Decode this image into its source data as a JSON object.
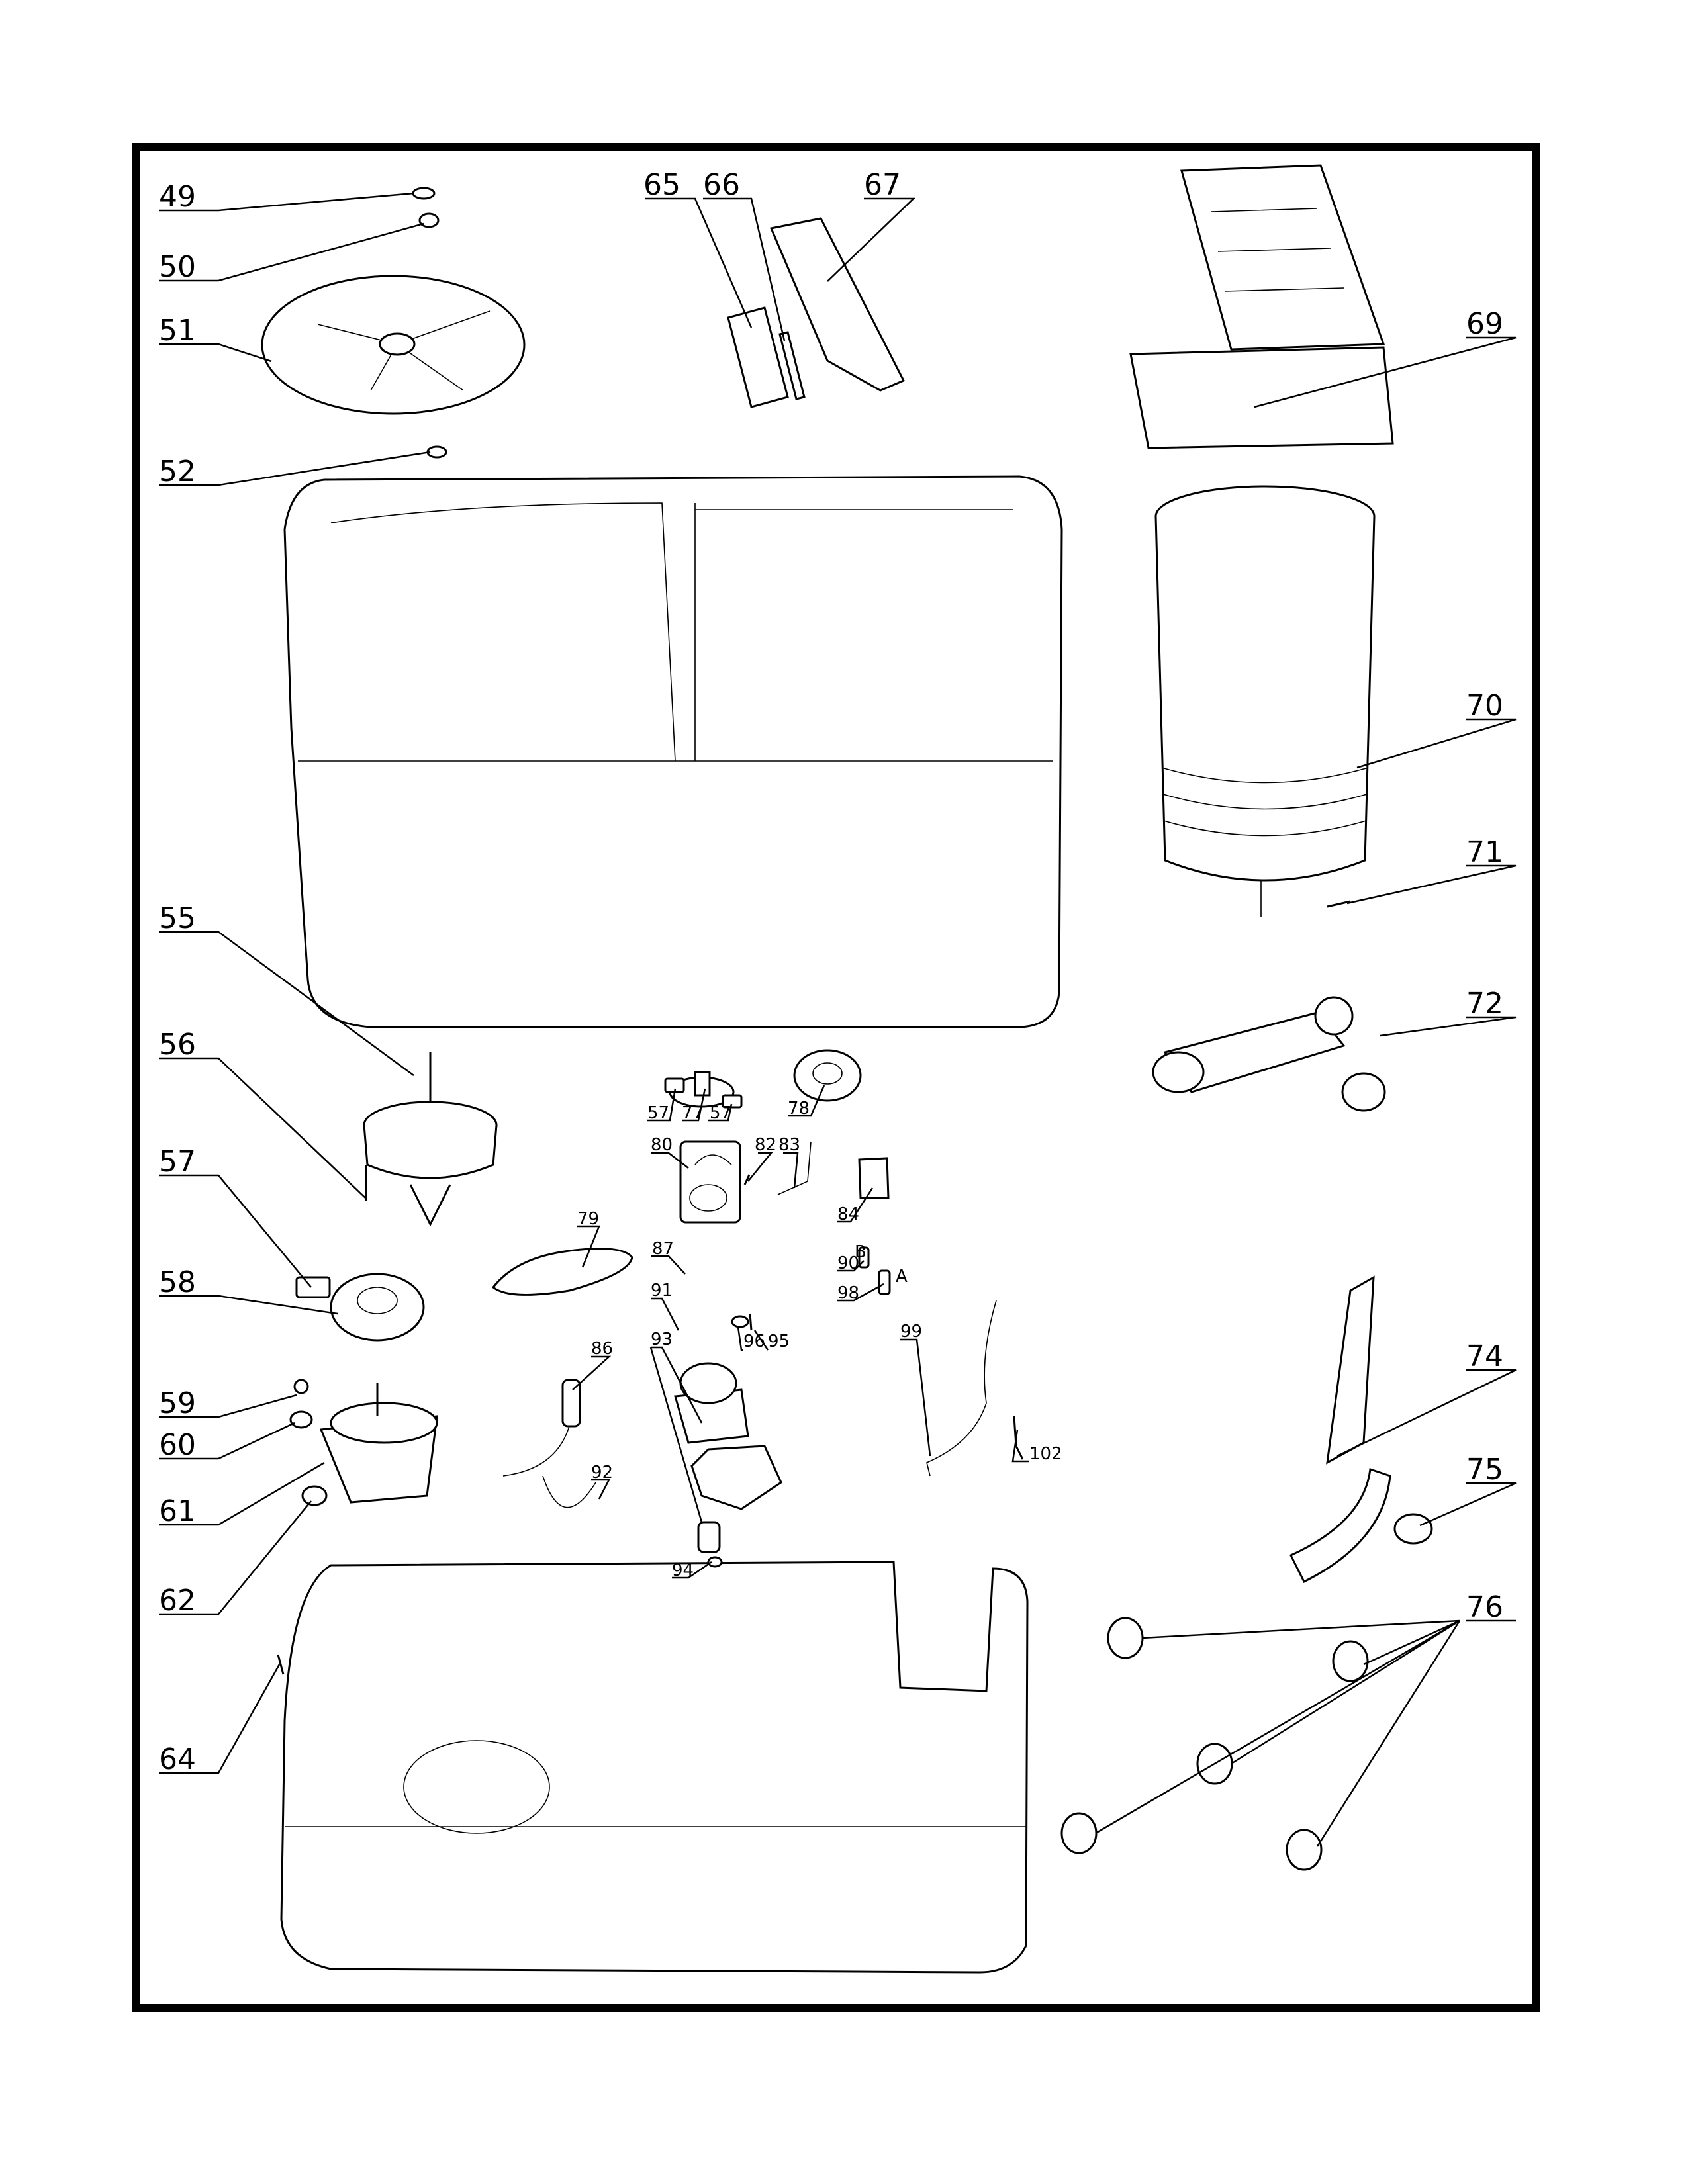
{
  "diagram": {
    "type": "exploded parts diagram",
    "parts": {
      "p49": "49",
      "p50": "50",
      "p51": "51",
      "p52": "52",
      "p55": "55",
      "p56": "56",
      "p57": "57",
      "p58": "58",
      "p59": "59",
      "p60": "60",
      "p61": "61",
      "p62": "62",
      "p64": "64",
      "p65": "65",
      "p66": "66",
      "p67": "67",
      "p69": "69",
      "p70": "70",
      "p71": "71",
      "p72": "72",
      "p74": "74",
      "p75": "75",
      "p76": "76",
      "p57a": "57",
      "p77": "77",
      "p57b": "57",
      "p78": "78",
      "p79": "79",
      "p80": "80",
      "p82": "82",
      "p83": "83",
      "p84": "84",
      "p86": "86",
      "p87": "87",
      "p90": "90",
      "p91": "91",
      "p92": "92",
      "p93": "93",
      "p94": "94",
      "p95": "95",
      "p96": "96",
      "p98": "98",
      "p99": "99",
      "p102": "102"
    },
    "markers": {
      "b": "B",
      "a": "A"
    }
  }
}
